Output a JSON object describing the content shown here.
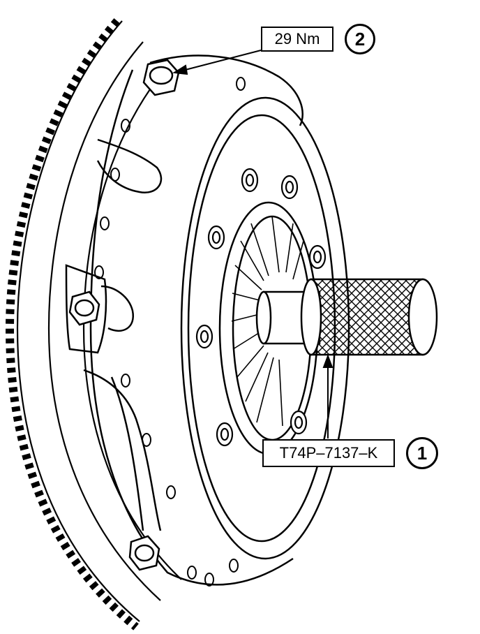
{
  "callouts": {
    "torque": {
      "label": "29 Nm",
      "number": "2"
    },
    "tool": {
      "label": "T74P–7137–K",
      "number": "1"
    }
  },
  "colors": {
    "ink": "#000000",
    "paper": "#ffffff"
  }
}
